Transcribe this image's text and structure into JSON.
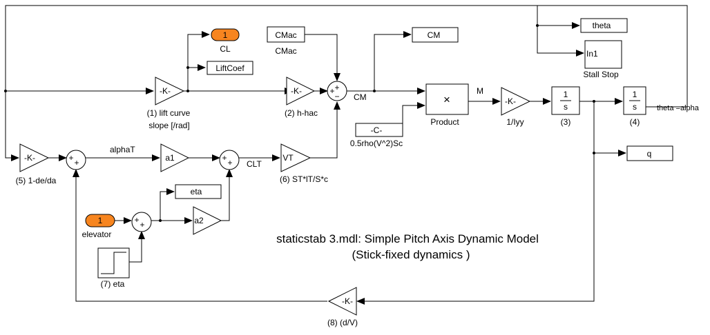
{
  "model": {
    "title_line1": "staticstab 3.mdl: Simple Pitch Axis Dynamic Model",
    "title_line2": "(Stick-fixed dynamics )"
  },
  "colors": {
    "inport_fill": "#f7851f",
    "line": "#000000",
    "background": "#ffffff"
  },
  "gains": {
    "g1": {
      "text": "-K-",
      "label1": "(1) lift curve",
      "label2": "slope [/rad]"
    },
    "g2": {
      "text": "-K-",
      "label": "(2) h-hac"
    },
    "g5": {
      "text": "-K-",
      "label": "(5) 1-de/da"
    },
    "a1": {
      "text": "a1"
    },
    "a2": {
      "text": "a2"
    },
    "vt": {
      "text": "VT",
      "label": "(6) ST*lT/S*c"
    },
    "iyy": {
      "text": "-K-",
      "label": "1/Iyy"
    },
    "g8": {
      "text": "-K-",
      "label": "(8) (d/V)"
    }
  },
  "blocks": {
    "cmac_const": {
      "text": "CMac",
      "label": "CMac"
    },
    "c_const": {
      "text": "-C-",
      "label": "0.5rho(V^2)Sc"
    },
    "product": {
      "text": "×",
      "label": "Product"
    },
    "int3": {
      "num": "1",
      "den": "s",
      "label": "(3)"
    },
    "int4": {
      "num": "1",
      "den": "s",
      "label": "(4)"
    },
    "step": {
      "label": "(7) eta"
    }
  },
  "ports": {
    "in_elevator": {
      "num": "1",
      "label": "elevator"
    },
    "out_cl": {
      "num": "1",
      "label": "CL"
    }
  },
  "goto_tags": {
    "liftcoef": "LiftCoef",
    "cm": "CM",
    "eta": "eta",
    "theta": "theta",
    "q": "q"
  },
  "subsystem": {
    "text": "In1",
    "label": "Stall Stop"
  },
  "signals": {
    "cm": "CM",
    "m": "M",
    "alphaT": "alphaT",
    "clt": "CLT",
    "theta_alpha": "theta =alpha"
  },
  "sum_signs": {
    "plus": "+",
    "minus": "−"
  }
}
